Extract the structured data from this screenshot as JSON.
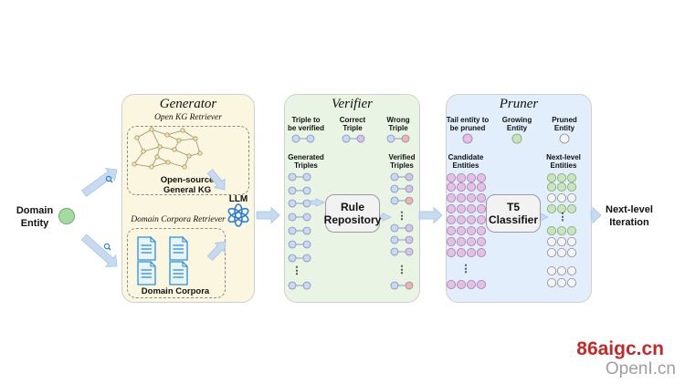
{
  "input": {
    "label": "Domain\nEntity"
  },
  "generator": {
    "title": "Generator",
    "kg_retriever": {
      "title": "Open KG Retriever",
      "caption": "Open-source\nGeneral KG"
    },
    "corpora_retriever": {
      "title": "Domain Corpora Retriever",
      "caption": "Domain Corpora"
    },
    "llm_label": "LLM"
  },
  "verifier": {
    "title": "Verifier",
    "legend": [
      {
        "text": "Triple to\nbe verified",
        "colors": [
          "#c9d9f3",
          "#c9d9f3"
        ]
      },
      {
        "text": "Correct\nTriple",
        "colors": [
          "#c9d9f3",
          "#d6c3e8"
        ]
      },
      {
        "text": "Wrong\nTriple",
        "colors": [
          "#c9d9f3",
          "#f3b2ac"
        ]
      }
    ],
    "left_heading": "Generated\nTriples",
    "right_heading": "Verified\nTriples",
    "rule_box": "Rule\nRepository",
    "right_chain_colors": [
      "#d6c3e8",
      "#d6c3e8",
      "#f3b2ac",
      "#d6c3e8",
      "#d6c3e8",
      "#d6c3e8",
      "#f3b2ac",
      "#d6c3e8",
      "#d6c3e8"
    ]
  },
  "pruner": {
    "title": "Pruner",
    "legend": [
      {
        "text": "Tail entity to\nbe pruned",
        "color": "#e6bfe6"
      },
      {
        "text": "Growing\nEntity",
        "color": "#c9e5b9"
      },
      {
        "text": "Pruned\nEntity",
        "color": "#f4f4f4"
      }
    ],
    "left_heading": "Candidate\nEntities",
    "right_heading": "Next-level\nEntities",
    "classifier_box": "T5\nClassifier",
    "right_grid_colors": [
      "#c9e5b9",
      "#c9e5b9",
      "#f4f4f4",
      "#c9e5b9",
      "#c9e5b9",
      "#f4f4f4",
      "#f4f4f4",
      "#f4f4f4",
      "#f4f4f4",
      "#c9e5b9",
      "#c9e5b9"
    ]
  },
  "output": {
    "label": "Next-level\nIteration"
  },
  "colors": {
    "generator_bg": "#fbf6df",
    "verifier_bg": "#e9f4e4",
    "pruner_bg": "#e2eefb",
    "arrow": "#c6daf1",
    "node_blue": "#c9d9f3",
    "candidate": "#e6bfe6",
    "entity_green": "#a5dba0",
    "openai_blue": "#2b7fd3"
  },
  "watermark": {
    "line1": "86aigc.cn",
    "line2": "OpenI.cn"
  }
}
